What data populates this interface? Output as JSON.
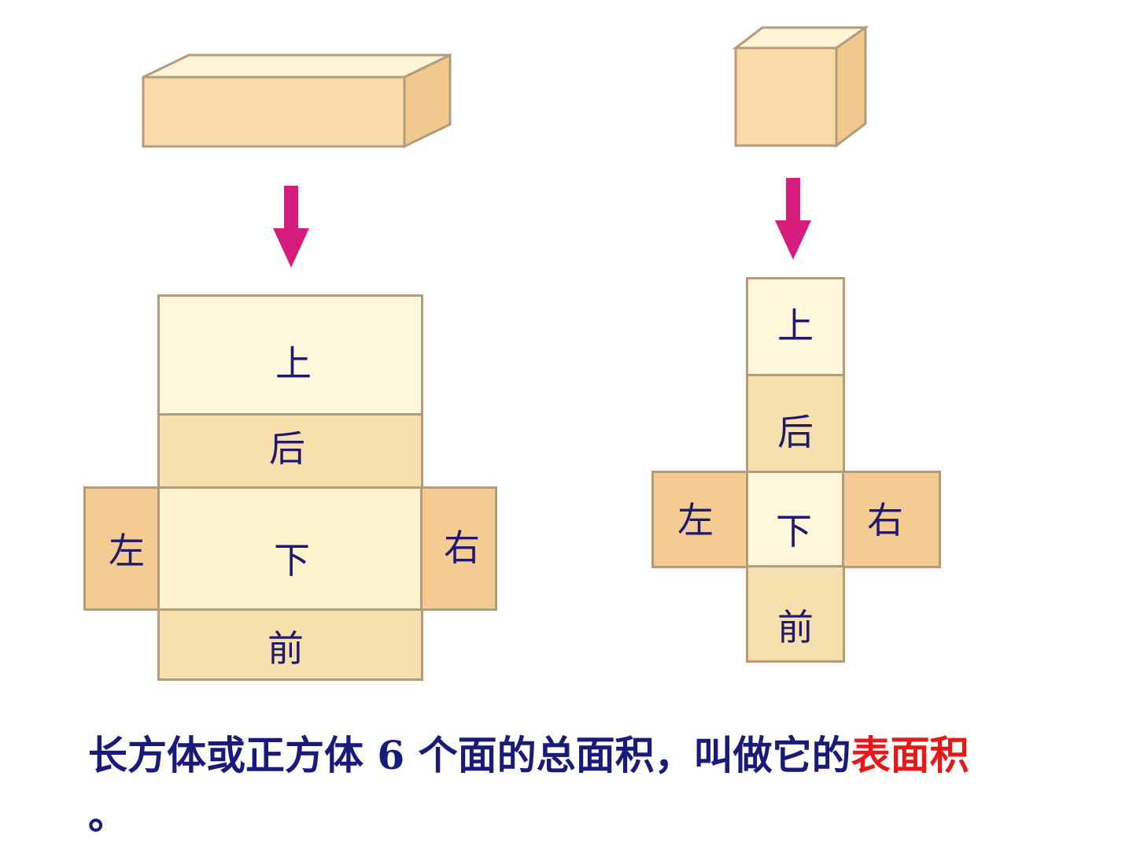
{
  "cuboid_net": {
    "top": "上",
    "back": "后",
    "bottom": "下",
    "front": "前",
    "left": "左",
    "right": "右"
  },
  "cube_net": {
    "top": "上",
    "back": "后",
    "bottom": "下",
    "front": "前",
    "left": "左",
    "right": "右"
  },
  "colors": {
    "face_light": "#fdf3cf",
    "face_mid": "#f8dfae",
    "face_dark": "#f3cb93",
    "arrow": "#d61c7c",
    "text": "#1f1a6e",
    "highlight": "#e81818"
  },
  "caption": {
    "text_main": "长方体或正方体 6 个面的总面积，叫做它的",
    "text_highlight": "表面积",
    "text_end": "。"
  }
}
